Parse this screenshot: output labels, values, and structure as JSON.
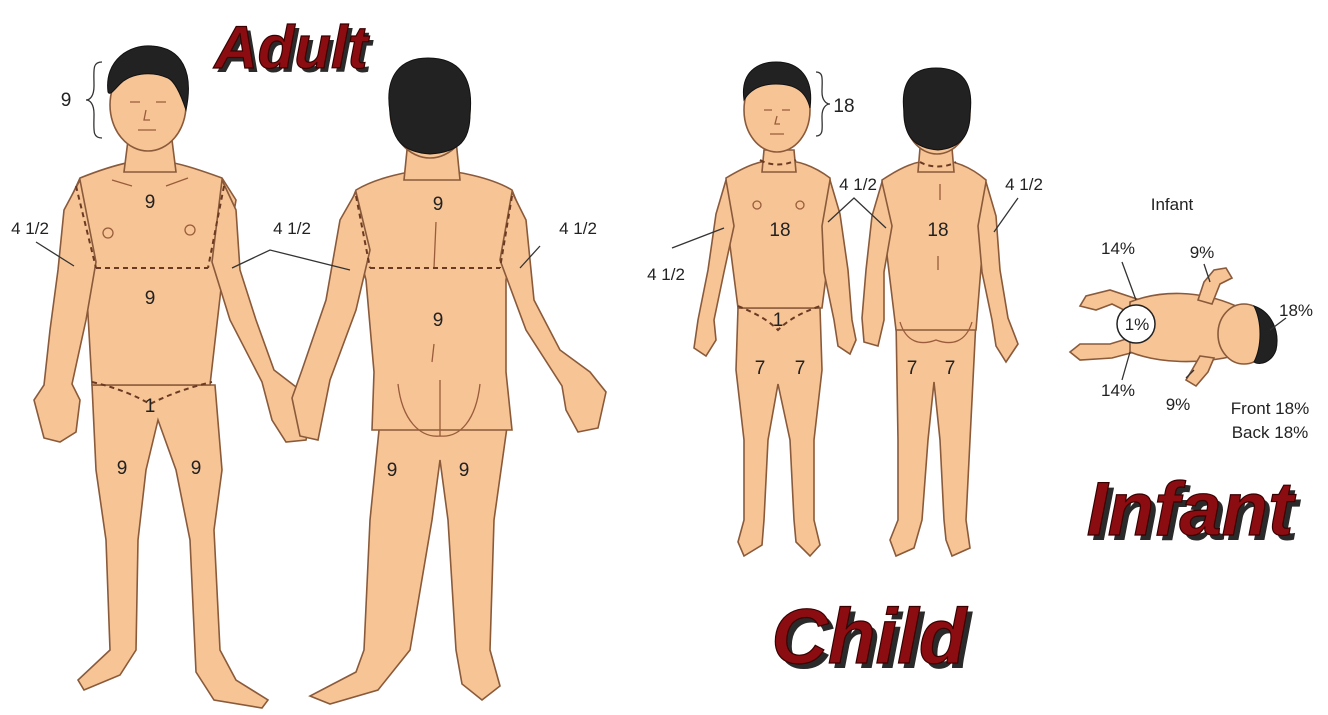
{
  "titles": {
    "adult": "Adult",
    "child": "Child",
    "infant": "Infant"
  },
  "adult": {
    "head": "9",
    "chest_front": "9",
    "abdomen_front": "9",
    "groin": "1",
    "leg_left_front": "9",
    "leg_right_front": "9",
    "arm_left": "4 1/2",
    "arm_center": "4 1/2",
    "arm_right": "4 1/2",
    "back_upper": "9",
    "back_lower": "9",
    "leg_left_back": "9",
    "leg_right_back": "9"
  },
  "child": {
    "head": "18",
    "trunk_front": "18",
    "trunk_back": "18",
    "groin": "1",
    "arm_left": "4 1/2",
    "arm_center": "4 1/2",
    "arm_right": "4 1/2",
    "leg_front_left": "7",
    "leg_front_right": "7",
    "leg_back_left": "7",
    "leg_back_right": "7"
  },
  "infant": {
    "caption": "Infant",
    "leg_upper": "14%",
    "arm_upper": "9%",
    "head": "18%",
    "groin": "1%",
    "leg_lower": "14%",
    "arm_lower": "9%",
    "front": "Front 18%",
    "back": "Back 18%"
  },
  "colors": {
    "skin": "#f7c496",
    "title": "#8b0d12",
    "hair": "#222222"
  }
}
